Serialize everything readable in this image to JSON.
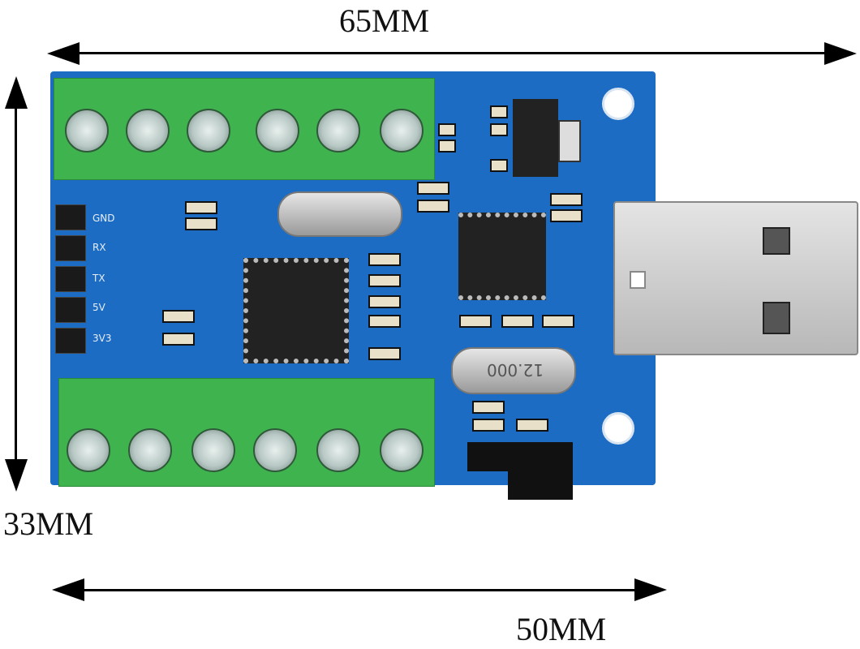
{
  "dimensions": {
    "total_length": "65MM",
    "height": "33MM",
    "board_length": "50MM"
  },
  "board": {
    "header_labels": [
      "GND",
      "RX",
      "TX",
      "5V",
      "3V3"
    ],
    "crystal_label": "12.000",
    "colors": {
      "pcb": "#1c6cc4",
      "terminal": "#3fb44e",
      "usb": "#c8c8c8"
    }
  }
}
